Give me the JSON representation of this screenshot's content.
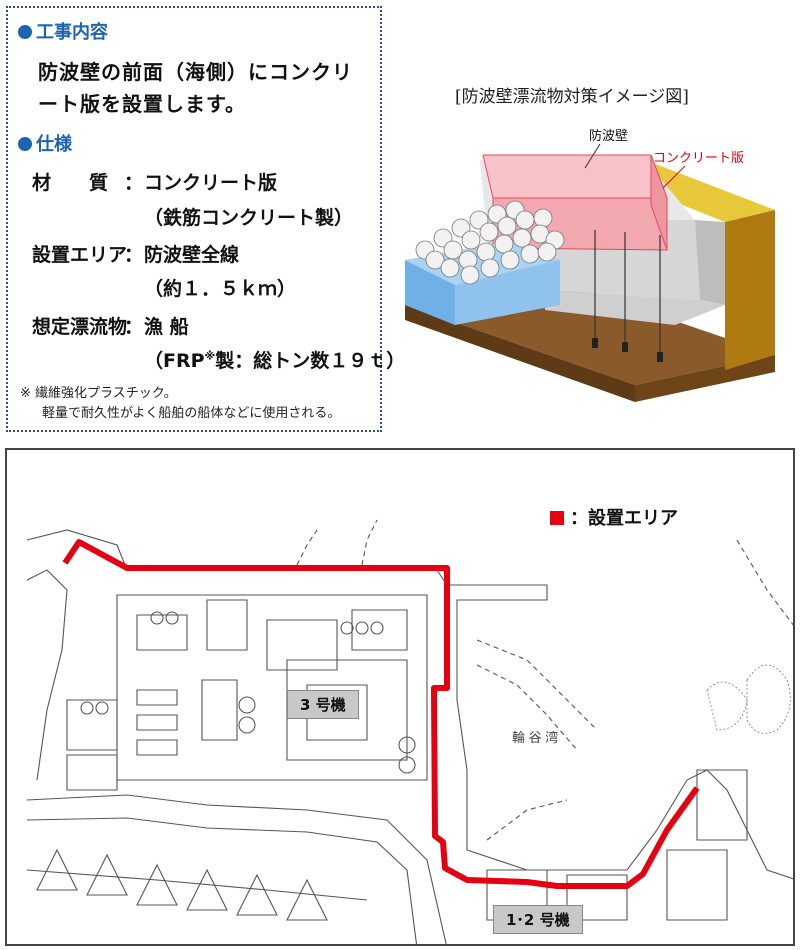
{
  "spec": {
    "work_heading": "工事内容",
    "work_text_line1": "防波壁の前面（海側）にコンクリ",
    "work_text_line2": "ート版を設置します。",
    "spec_heading": "仕様",
    "rows": [
      {
        "label": "材　　質",
        "value": "コンクリート版",
        "value2": "（鉄筋コンクリート製）"
      },
      {
        "label": "設置エリア",
        "value": "防波壁全線",
        "value2": "（約１．５ｋｍ）"
      },
      {
        "label": "想定漂流物",
        "value": "漁 船",
        "value2_pre": "（FRP",
        "value2_sup": "※",
        "value2_post": "製：総トン数１９ｔ）"
      }
    ],
    "note_mark": "※",
    "note_line1": "繊維強化プラスチック。",
    "note_line2": "軽量で耐久性がよく船舶の船体などに使用される。"
  },
  "diagram": {
    "title": "[防波壁漂流物対策イメージ図]",
    "wall_label": "防波壁",
    "slab_label": "コンクリート版"
  },
  "map": {
    "legend_label": "：設置エリア",
    "unit3_label": "3 号機",
    "unit12_label": "1･2 号機",
    "bay_label": "輪 谷 湾"
  },
  "colors": {
    "accent_blue": "#1d63b0",
    "install_red": "#e50012",
    "ground_brown": "#7a4a1c",
    "sand_yellow": "#e6c83a",
    "water_blue": "#8fc3ee"
  }
}
